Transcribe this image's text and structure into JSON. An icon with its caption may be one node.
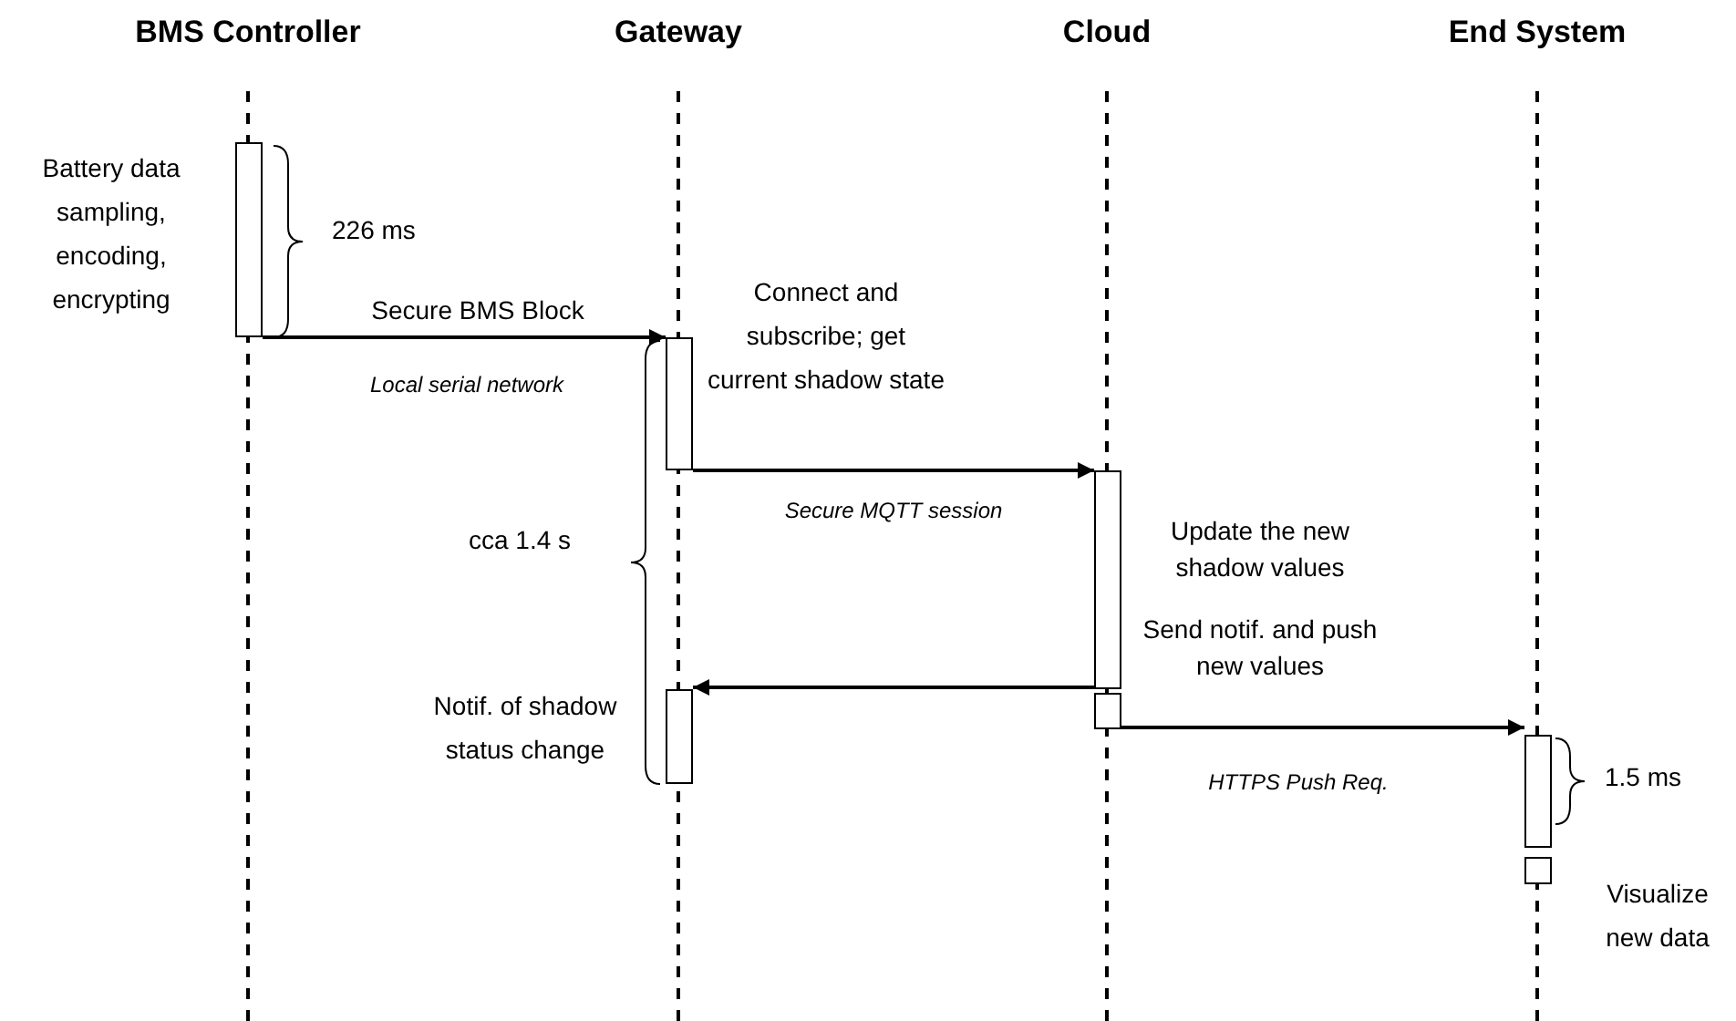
{
  "diagram": {
    "nodes": [
      {
        "text": [
          "BMS Controller"
        ]
      },
      {
        "text": [
          "Gateway"
        ]
      },
      {
        "text": [
          "Cloud"
        ]
      },
      {
        "text": [
          "End System"
        ]
      },
      {
        "text": [],
        "shape": "box",
        "beside": [
          "Battery data sampling, encoding, encrypting",
          "226 ms"
        ]
      },
      {
        "text": [],
        "shape": "box",
        "beside": [
          "Connect and subscribe; get current shadow state"
        ]
      },
      {
        "text": [],
        "shape": "box",
        "beside": [
          "Update the new shadow values"
        ]
      },
      {
        "text": [],
        "shape": "box",
        "beside": [
          "Send notif. and push new values"
        ]
      },
      {
        "text": [],
        "shape": "box",
        "beside": [
          "Notif. of shadow status change"
        ]
      },
      {
        "text": [],
        "shape": "box",
        "beside": [
          "1.5 ms"
        ]
      },
      {
        "text": [],
        "shape": "box",
        "beside": [
          "Visualize new data"
        ]
      }
    ],
    "edges": [
      {
        "from": 4,
        "to": 5,
        "arrow": "to",
        "label": "Secure BMS Block"
      },
      {
        "from": 5,
        "to": 6,
        "arrow": "to",
        "label": "Secure MQTT session"
      },
      {
        "from": 6,
        "to": 8,
        "arrow": "to"
      },
      {
        "from": 7,
        "to": 9,
        "arrow": "to",
        "label": "HTTPS Push Req."
      }
    ],
    "labels": [
      "Local serial network",
      "cca 1.4 s"
    ]
  }
}
